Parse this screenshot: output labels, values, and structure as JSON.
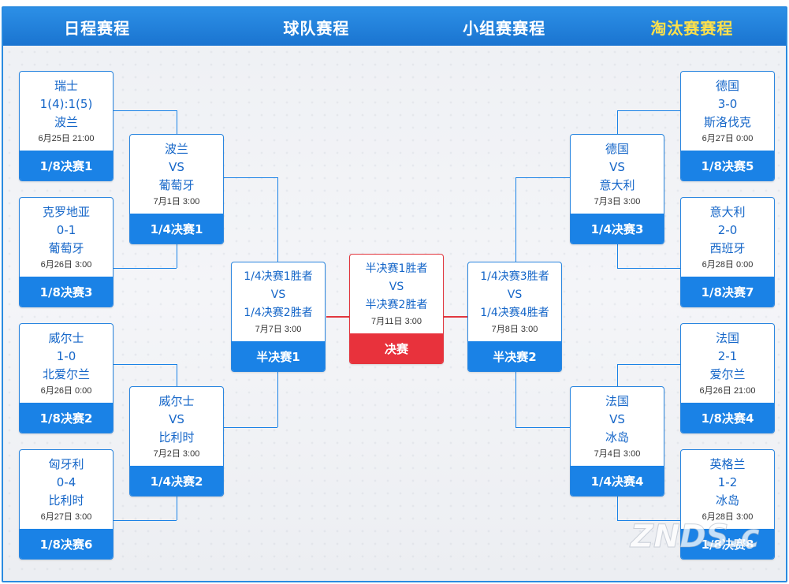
{
  "nav": {
    "tabs": [
      {
        "label": "日程赛程",
        "active": false
      },
      {
        "label": "球队赛程",
        "active": false
      },
      {
        "label": "小组赛赛程",
        "active": false
      },
      {
        "label": "淘汰赛赛程",
        "active": true
      }
    ]
  },
  "matches": {
    "r16_1": {
      "top": "瑞士",
      "mid": "1(4):1(5)",
      "bottom": "波兰",
      "time": "6月25日 21:00",
      "label": "1/8决赛1"
    },
    "r16_3": {
      "top": "克罗地亚",
      "mid": "0-1",
      "bottom": "葡萄牙",
      "time": "6月26日 3:00",
      "label": "1/8决赛3"
    },
    "r16_2": {
      "top": "威尔士",
      "mid": "1-0",
      "bottom": "北爱尔兰",
      "time": "6月26日 0:00",
      "label": "1/8决赛2"
    },
    "r16_6": {
      "top": "匈牙利",
      "mid": "0-4",
      "bottom": "比利时",
      "time": "6月27日 3:00",
      "label": "1/8决赛6"
    },
    "r16_5": {
      "top": "德国",
      "mid": "3-0",
      "bottom": "斯洛伐克",
      "time": "6月27日 0:00",
      "label": "1/8决赛5"
    },
    "r16_7": {
      "top": "意大利",
      "mid": "2-0",
      "bottom": "西班牙",
      "time": "6月28日 0:00",
      "label": "1/8决赛7"
    },
    "r16_4": {
      "top": "法国",
      "mid": "2-1",
      "bottom": "爱尔兰",
      "time": "6月26日 21:00",
      "label": "1/8决赛4"
    },
    "r16_8": {
      "top": "英格兰",
      "mid": "1-2",
      "bottom": "冰岛",
      "time": "6月28日 3:00",
      "label": "1/8决赛8"
    },
    "qf_1": {
      "top": "波兰",
      "mid": "VS",
      "bottom": "葡萄牙",
      "time": "7月1日 3:00",
      "label": "1/4决赛1"
    },
    "qf_2": {
      "top": "威尔士",
      "mid": "VS",
      "bottom": "比利时",
      "time": "7月2日 3:00",
      "label": "1/4决赛2"
    },
    "qf_3": {
      "top": "德国",
      "mid": "VS",
      "bottom": "意大利",
      "time": "7月3日 3:00",
      "label": "1/4决赛3"
    },
    "qf_4": {
      "top": "法国",
      "mid": "VS",
      "bottom": "冰岛",
      "time": "7月4日 3:00",
      "label": "1/4决赛4"
    },
    "sf_1": {
      "top": "1/4决赛1胜者",
      "mid": "VS",
      "bottom": "1/4决赛2胜者",
      "time": "7月7日 3:00",
      "label": "半决赛1"
    },
    "sf_2": {
      "top": "1/4决赛3胜者",
      "mid": "VS",
      "bottom": "1/4决赛4胜者",
      "time": "7月8日 3:00",
      "label": "半决赛2"
    },
    "final": {
      "top": "半决赛1胜者",
      "mid": "VS",
      "bottom": "半决赛2胜者",
      "time": "7月11日 3:00",
      "label": "决赛"
    }
  },
  "colors": {
    "accent": "#1a82e6",
    "final": "#e8323c",
    "active_tab": "#ffe14a",
    "text": "#1566c8"
  },
  "watermark": {
    "text": "ZNDS.com"
  }
}
